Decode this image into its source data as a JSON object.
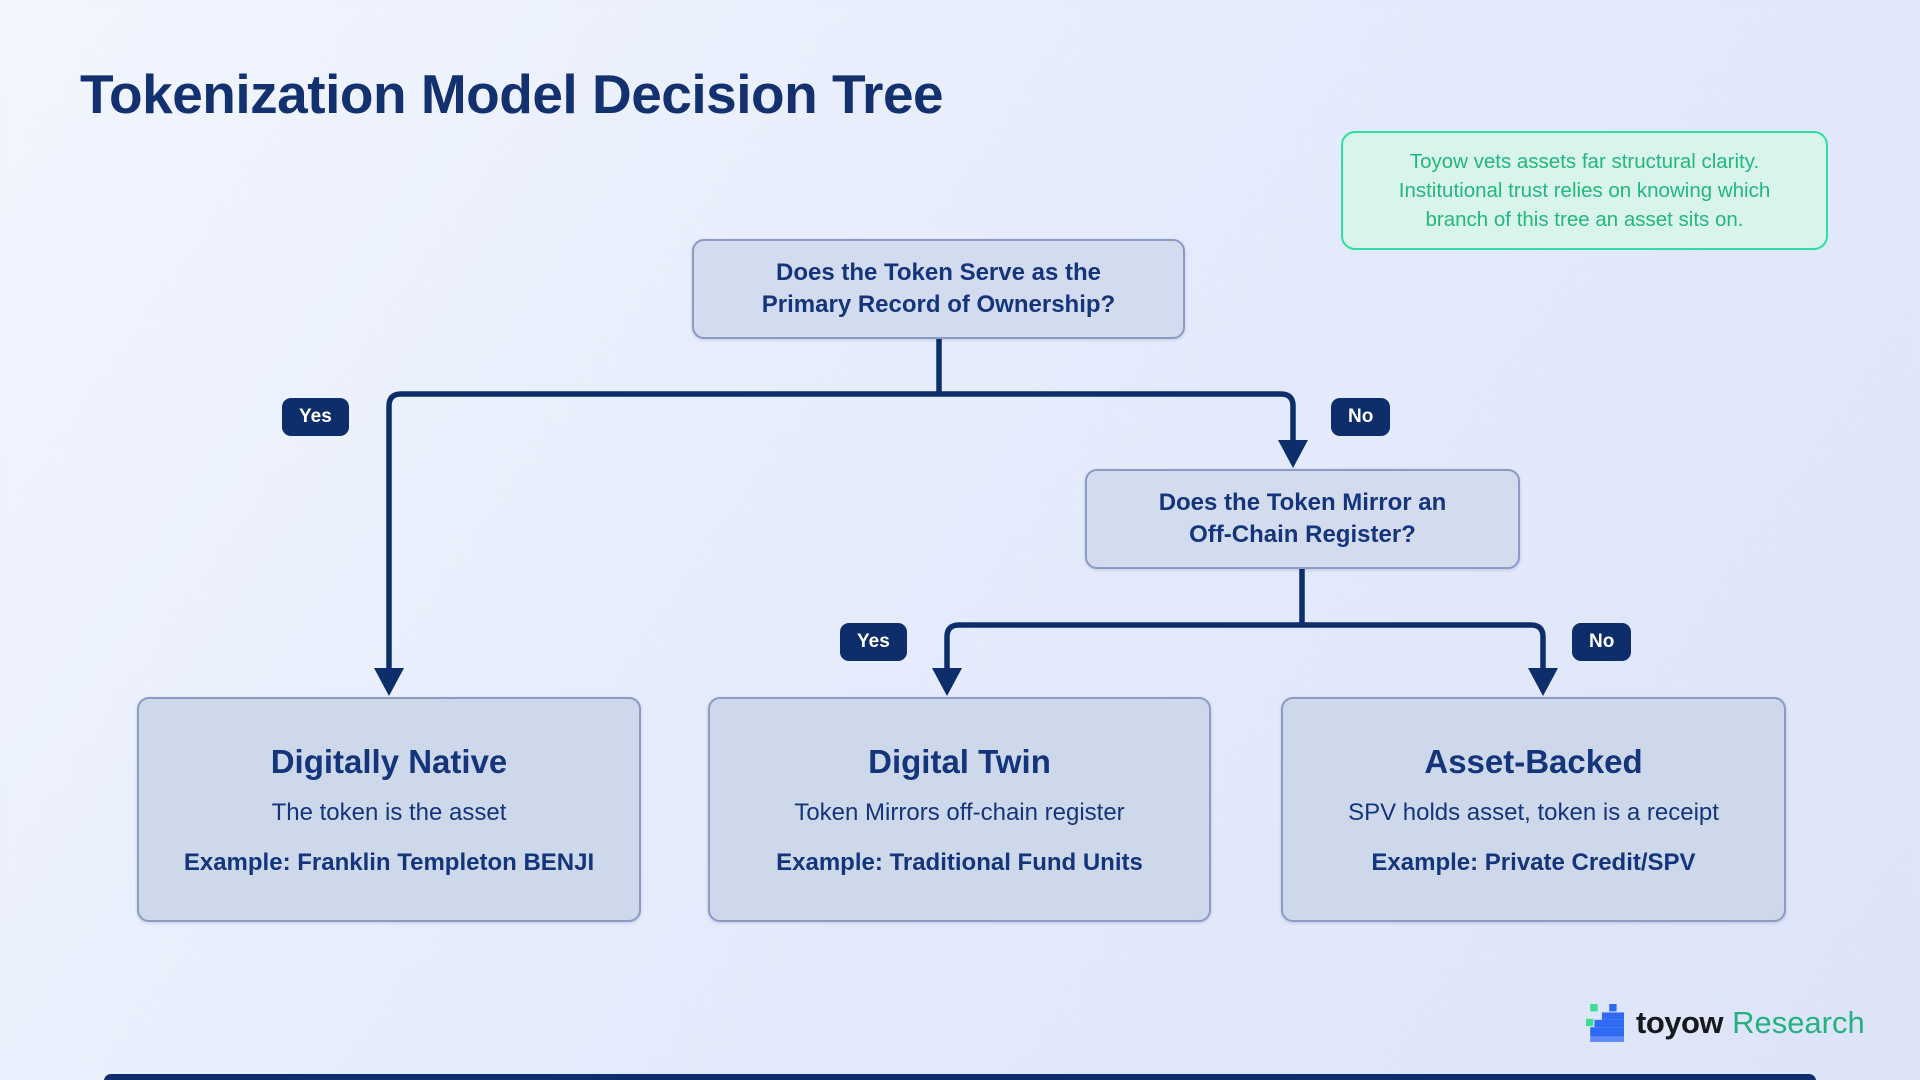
{
  "title": "Tokenization Model Decision Tree",
  "note": {
    "text": "Toyow vets assets far structural clarity.\nInstitutional trust relies on knowing which\nbranch of this tree an asset sits on."
  },
  "tree": {
    "root_question": "Does the Token Serve as the\nPrimary Record of Ownership?",
    "second_question": "Does the Token Mirror an\nOff-Chain Register?",
    "level1": {
      "yes_label": "Yes",
      "no_label": "No"
    },
    "level2": {
      "yes_label": "Yes",
      "no_label": "No"
    },
    "leaves": [
      {
        "title": "Digitally Native",
        "description": "The token is the asset",
        "example": "Example: Franklin Templeton BENJI"
      },
      {
        "title": "Digital Twin",
        "description": "Token Mirrors off-chain register",
        "example": "Example: Traditional Fund Units"
      },
      {
        "title": "Asset-Backed",
        "description": "SPV holds asset, token is a receipt",
        "example": "Example: Private Credit/SPV"
      }
    ]
  },
  "logo": {
    "brand": "toyow",
    "suffix": "Research"
  },
  "colors": {
    "navy": "#0d2e6a",
    "box_text": "#14357c",
    "box_fill": "#d0daee",
    "box_border": "#8a9bc4",
    "note_green_text": "#22b77e",
    "note_green_border": "#2ddfa3",
    "logo_green": "#26b181",
    "logo_blue": "#2e6bf2"
  }
}
